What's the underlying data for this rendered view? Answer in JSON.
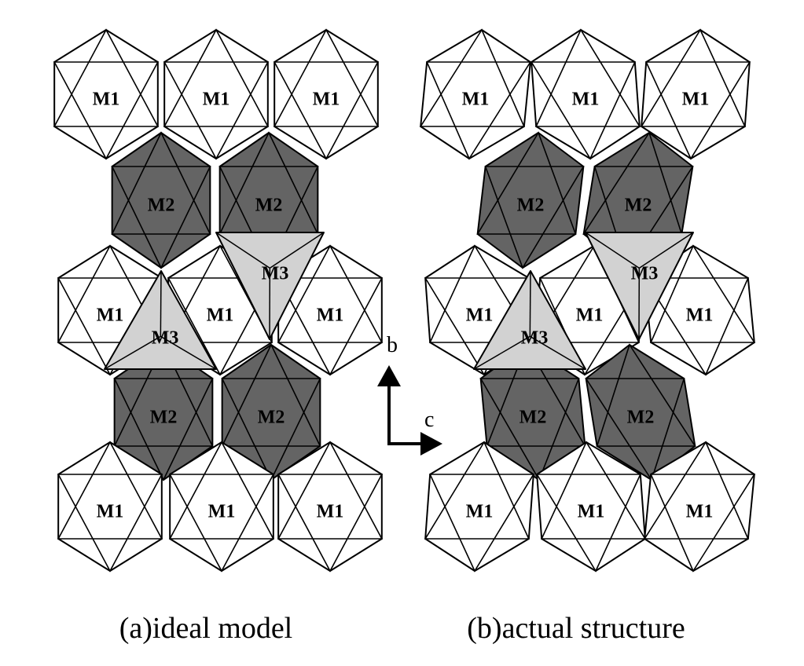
{
  "panels": [
    {
      "id": "a",
      "caption": "(a)ideal model",
      "labels": [
        {
          "text": "M1"
        },
        {
          "text": "M1"
        },
        {
          "text": "M1"
        },
        {
          "text": "M2"
        },
        {
          "text": "M2"
        },
        {
          "text": "M3"
        },
        {
          "text": "M1"
        },
        {
          "text": "M1"
        },
        {
          "text": "M1"
        },
        {
          "text": "M3"
        },
        {
          "text": "M2"
        },
        {
          "text": "M2"
        },
        {
          "text": "M1"
        },
        {
          "text": "M1"
        },
        {
          "text": "M1"
        }
      ]
    },
    {
      "id": "b",
      "caption": "(b)actual structure",
      "labels": [
        {
          "text": "M1"
        },
        {
          "text": "M1"
        },
        {
          "text": "M1"
        },
        {
          "text": "M2"
        },
        {
          "text": "M2"
        },
        {
          "text": "M3"
        },
        {
          "text": "M1"
        },
        {
          "text": "M1"
        },
        {
          "text": "M1"
        },
        {
          "text": "M3"
        },
        {
          "text": "M2"
        },
        {
          "text": "M2"
        },
        {
          "text": "M1"
        },
        {
          "text": "M1"
        },
        {
          "text": "M1"
        }
      ]
    }
  ],
  "axes": {
    "vertical": "b",
    "horizontal": "c"
  },
  "colors": {
    "M1": "#ffffff",
    "M2": "#646464",
    "M3": "#d2d2d2",
    "stroke": "#000000"
  }
}
